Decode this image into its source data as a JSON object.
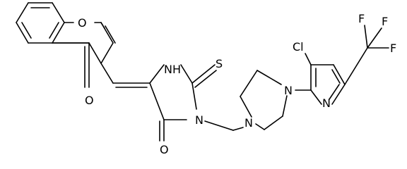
{
  "molecule": {
    "atoms": {
      "o_ring": "O",
      "o_ketone_chromone": "O",
      "nh": "NH",
      "s_thione": "S",
      "n_imid": "N",
      "o_ketone_imid": "O",
      "n_pip_left": "N",
      "n_pip_right": "N",
      "cl": "Cl",
      "n_pyridine": "N",
      "f_top_left": "F",
      "f_top_right": "F",
      "f_right": "F"
    }
  }
}
